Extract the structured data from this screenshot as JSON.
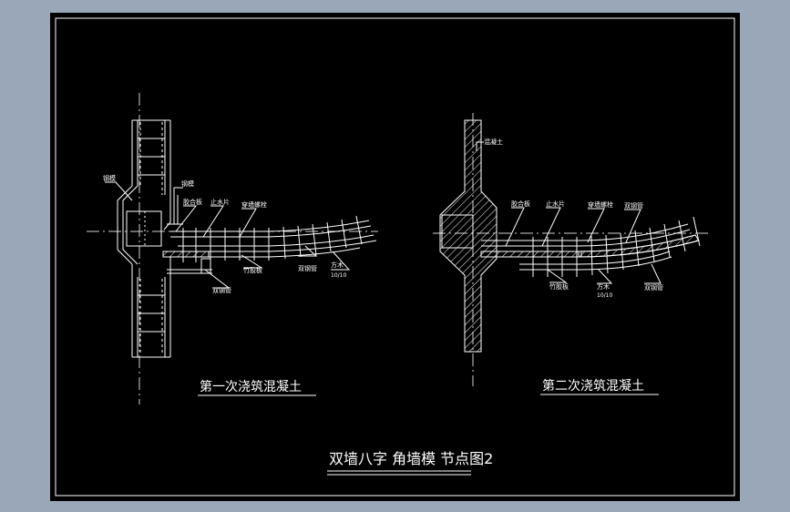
{
  "colors": {
    "window_bg": "#9aa7b8",
    "canvas_bg": "#000000",
    "line": "#ffffff",
    "center_line": "#cfcfcf"
  },
  "drawing": {
    "main_title": "双墙八字 角墙模 节点图2",
    "left": {
      "caption": "第一次浇筑混凝土",
      "callouts": {
        "mold_left": "钢模",
        "mold_right": "钢模",
        "plate": "胶合板",
        "waterstop": "止水片",
        "bolt": "穿墙螺栓",
        "pipe": "双钢管",
        "wood": "方木",
        "dim": "10/10",
        "pipe_below": "双钢管",
        "plate_below": "竹胶板"
      }
    },
    "right": {
      "caption": "第二次浇筑混凝土",
      "callouts": {
        "concrete": "混凝土",
        "plate": "胶合板",
        "waterstop": "止水片",
        "bolt": "穿墙螺栓",
        "pipe": "双钢管",
        "plate_below": "竹胶板",
        "wood": "方木",
        "dim": "10/10",
        "pipe_below": "双钢管"
      }
    }
  }
}
